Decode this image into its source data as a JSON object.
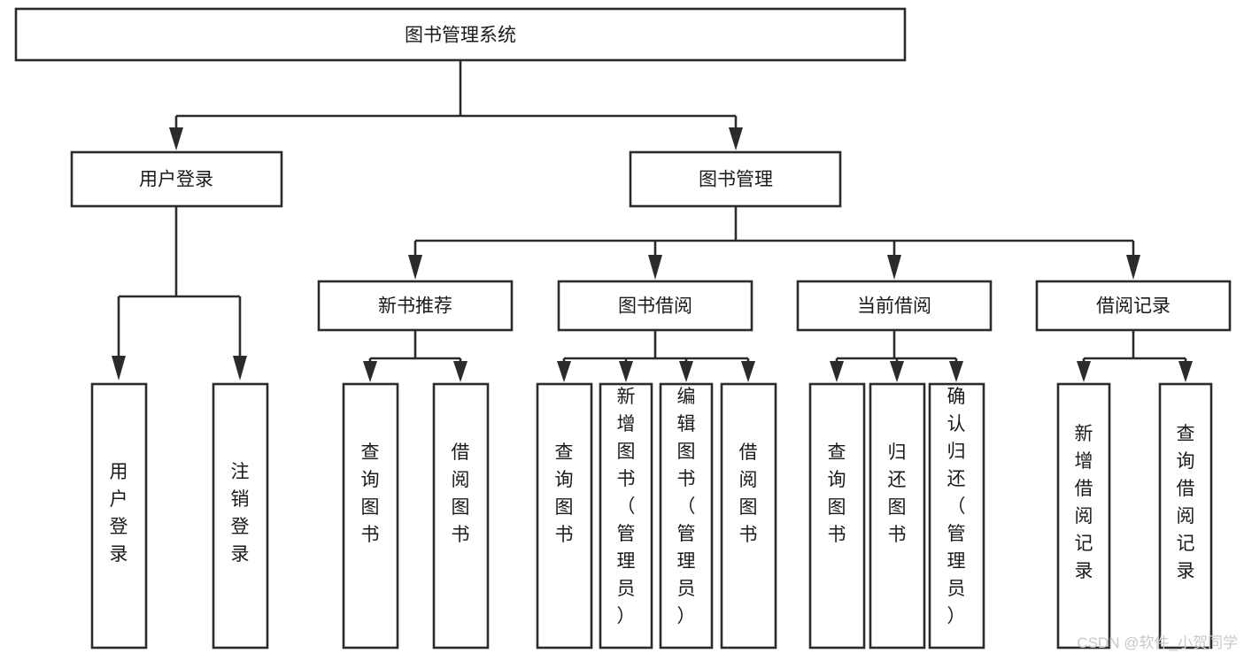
{
  "diagram": {
    "title": "图书管理系统",
    "type": "tree-hierarchy",
    "orientation": "top-down",
    "colors": {
      "stroke": "#2b2b2b",
      "fill": "#ffffff",
      "text": "#1a1a1a",
      "watermark": "#c9c9c9"
    },
    "root": {
      "label": "图书管理系统"
    },
    "level2": [
      {
        "label": "用户登录"
      },
      {
        "label": "图书管理"
      }
    ],
    "level3": [
      {
        "label": "新书推荐"
      },
      {
        "label": "图书借阅"
      },
      {
        "label": "当前借阅"
      },
      {
        "label": "借阅记录"
      }
    ],
    "leaves": {
      "user_login": [
        {
          "label": "用户登录"
        },
        {
          "label": "注销登录"
        }
      ],
      "new_book_recommend": [
        {
          "label": "查询图书"
        },
        {
          "label": "借阅图书"
        }
      ],
      "book_borrow": [
        {
          "label": "查询图书"
        },
        {
          "label": "新增图书（管理员）"
        },
        {
          "label": "编辑图书（管理员）"
        },
        {
          "label": "借阅图书"
        }
      ],
      "current_borrow": [
        {
          "label": "查询图书"
        },
        {
          "label": "归还图书"
        },
        {
          "label": "确认归还（管理员）"
        }
      ],
      "borrow_record": [
        {
          "label": "新增借阅记录"
        },
        {
          "label": "查询借阅记录"
        }
      ]
    }
  },
  "watermark": {
    "text": "CSDN @软件_小贺同学"
  }
}
